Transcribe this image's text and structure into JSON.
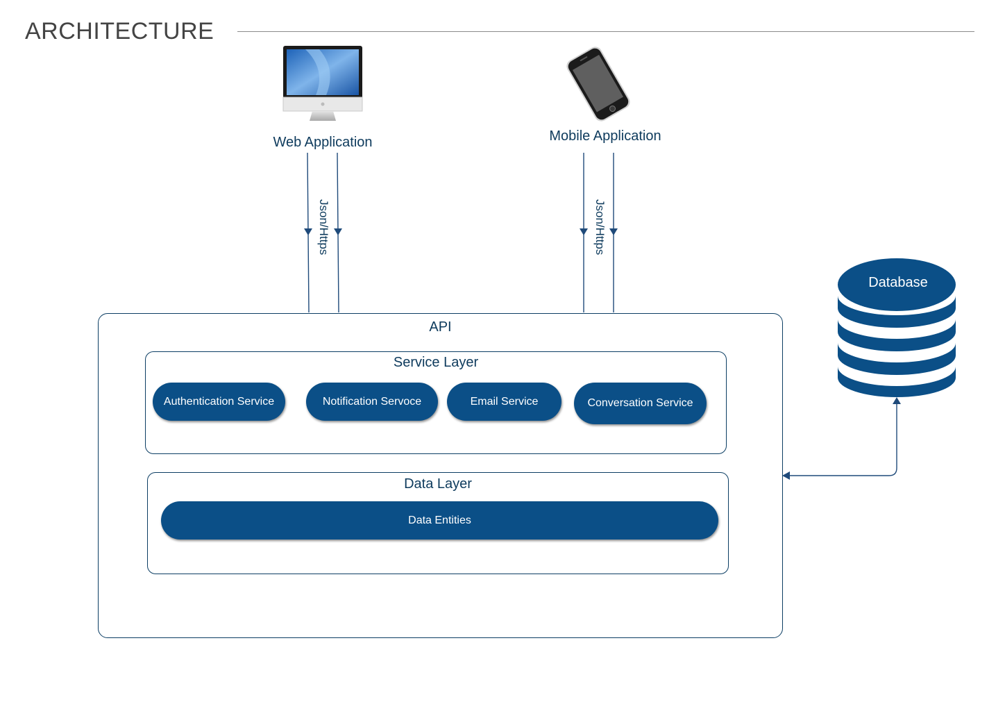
{
  "header": {
    "title": "ARCHITECTURE"
  },
  "clients": {
    "web": {
      "label": "Web Application",
      "icon": "desktop-monitor-icon"
    },
    "mobile": {
      "label": "Mobile Application",
      "icon": "smartphone-icon"
    }
  },
  "connections": {
    "protocol_label": "Json/Https"
  },
  "api": {
    "title": "API",
    "service_layer": {
      "title": "Service Layer",
      "services": [
        "Authentication Service",
        "Notification Servoce",
        "Email Service",
        "Conversation Service"
      ]
    },
    "data_layer": {
      "title": "Data Layer",
      "entities": "Data Entities"
    }
  },
  "database": {
    "label": "Database",
    "icon": "database-icon"
  },
  "colors": {
    "primary": "#0b4f87",
    "border": "#0b3d63",
    "text": "#0d3a5c"
  }
}
